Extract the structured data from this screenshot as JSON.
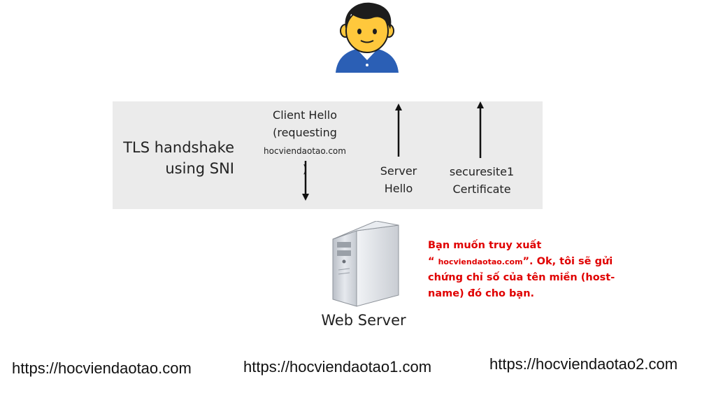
{
  "diagram": {
    "title_line1": "TLS handshake",
    "title_line2": "using SNI",
    "client_hello": {
      "line1": "Client Hello",
      "line2": "(requesting",
      "host": "hocviendaotao.com",
      "close": ")"
    },
    "server_hello": {
      "line1": "Server",
      "line2": "Hello"
    },
    "certificate": {
      "line1": "securesite1",
      "line2": "Certificate"
    },
    "server_label": "Web Server",
    "note": {
      "prefix": "Bạn muốn truy xuất",
      "quote_open": "“ ",
      "host": "hocviendaotao.com",
      "rest": "”. Ok, tôi sẽ gửi chứng chỉ số của tên miền (host-name) đó cho bạn."
    },
    "icons": {
      "user": "user-icon",
      "server": "server-icon"
    },
    "colors": {
      "band": "#ebebeb",
      "note_text": "#e00000",
      "user_shirt": "#2b5fb5",
      "user_face": "#ffc83c"
    }
  },
  "urls": [
    "https://hocviendaotao.com",
    "https://hocviendaotao1.com",
    "https://hocviendaotao2.com"
  ]
}
